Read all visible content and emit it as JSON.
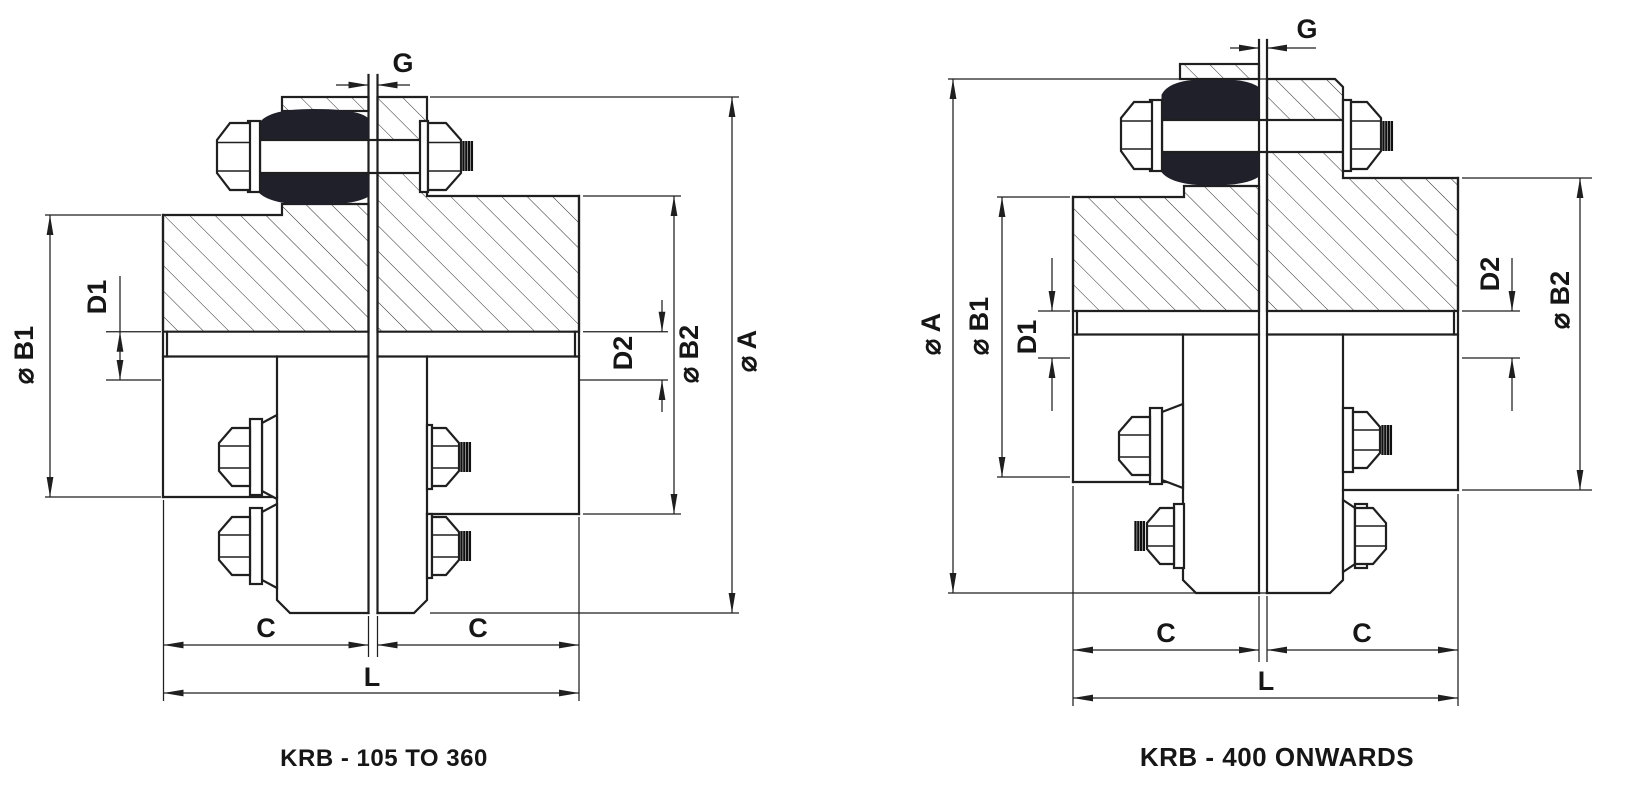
{
  "drawing": {
    "kind": "coupling-cross-section-technical-drawing",
    "colors": {
      "background": "#ffffff",
      "line": "#1f1f1f",
      "bush_fill": "#20202a",
      "text": "#161616"
    },
    "diagrams": [
      {
        "id": "krb-105-to-360",
        "caption": "KRB - 105 TO 360",
        "dimensions": {
          "gap": "G",
          "bore_left": "D1",
          "bore_right": "D2",
          "hub1_diameter": "⌀ B1",
          "hub2_diameter": "⌀ B2",
          "outer_diameter": "⌀ A",
          "hub1_length": "C",
          "hub2_length": "C",
          "total_length": "L"
        }
      },
      {
        "id": "krb-400-onwards",
        "caption": "KRB - 400 ONWARDS",
        "dimensions": {
          "gap": "G",
          "bore_left": "D1",
          "bore_right": "D2",
          "hub1_diameter": "⌀ B1",
          "hub2_diameter": "⌀ B2",
          "outer_diameter": "⌀ A",
          "hub1_length": "C",
          "hub2_length": "C",
          "total_length": "L"
        }
      }
    ]
  }
}
